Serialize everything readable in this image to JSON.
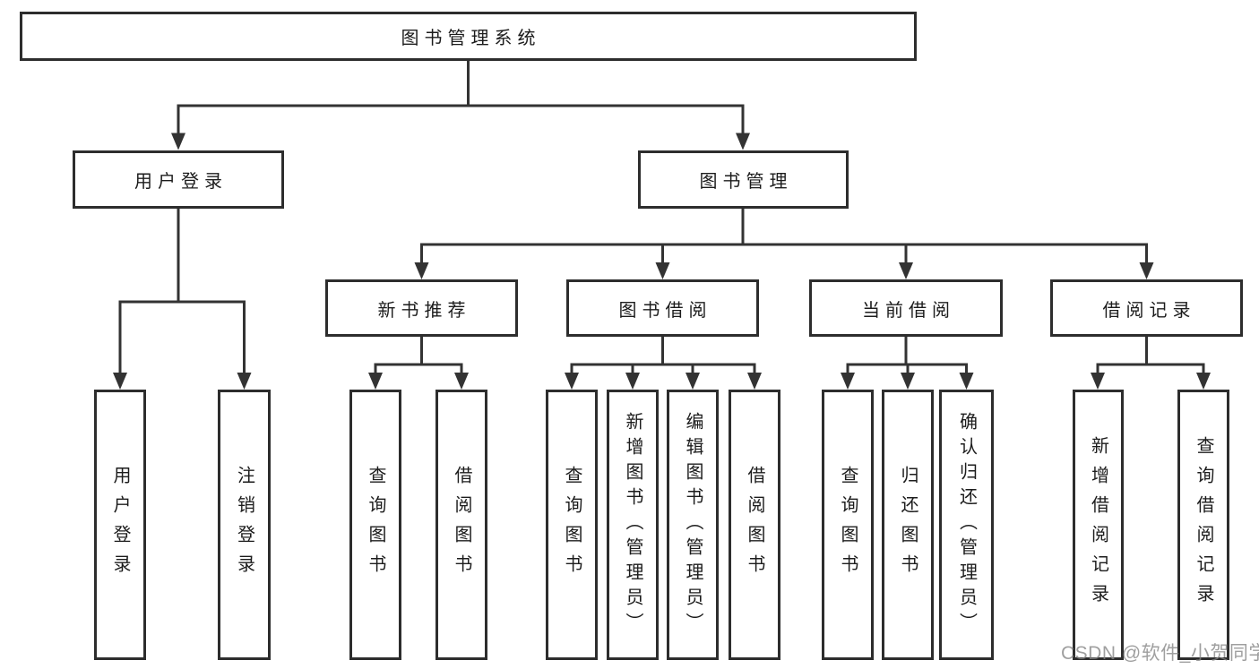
{
  "diagram": {
    "title": "图书管理系统",
    "watermark": "CSDN @软件_小贺同学",
    "colors": {
      "line": "#333333",
      "box_border": "#2d2d2d",
      "text": "#1c1c1c",
      "background": "#ffffff",
      "watermark": "#848484"
    },
    "level2": [
      {
        "label": "用户登录",
        "children": [
          "用户登录",
          "注销登录"
        ]
      },
      {
        "label": "图书管理"
      }
    ],
    "level3": [
      {
        "label": "新书推荐",
        "children": [
          "查询图书",
          "借阅图书"
        ]
      },
      {
        "label": "图书借阅",
        "children": [
          "查询图书",
          "新增图书（管理员）",
          "编辑图书（管理员）",
          "借阅图书"
        ]
      },
      {
        "label": "当前借阅",
        "children": [
          "查询图书",
          "归还图书",
          "确认归还（管理员）"
        ]
      },
      {
        "label": "借阅记录",
        "children": [
          "新增借阅记录",
          "查询借阅记录"
        ]
      }
    ]
  }
}
